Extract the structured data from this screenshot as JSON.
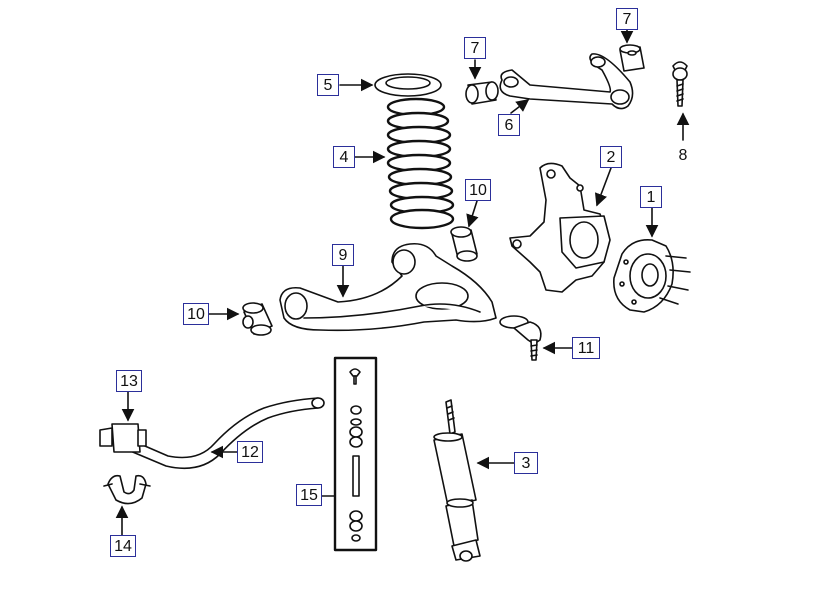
{
  "diagram": {
    "kind": "front suspension exploded parts diagram",
    "colors": {
      "callout_border": "#2b2f9a",
      "line": "#111111",
      "fill": "#ffffff"
    },
    "callouts": [
      {
        "id": "c1",
        "label": "1"
      },
      {
        "id": "c2",
        "label": "2"
      },
      {
        "id": "c3",
        "label": "3"
      },
      {
        "id": "c4",
        "label": "4"
      },
      {
        "id": "c5",
        "label": "5"
      },
      {
        "id": "c6",
        "label": "6"
      },
      {
        "id": "c7a",
        "label": "7"
      },
      {
        "id": "c7b",
        "label": "7"
      },
      {
        "id": "c8",
        "label": "8"
      },
      {
        "id": "c9",
        "label": "9"
      },
      {
        "id": "c10a",
        "label": "10"
      },
      {
        "id": "c10b",
        "label": "10"
      },
      {
        "id": "c11",
        "label": "11"
      },
      {
        "id": "c12",
        "label": "12"
      },
      {
        "id": "c13",
        "label": "13"
      },
      {
        "id": "c14",
        "label": "14"
      },
      {
        "id": "c15",
        "label": "15"
      }
    ]
  }
}
